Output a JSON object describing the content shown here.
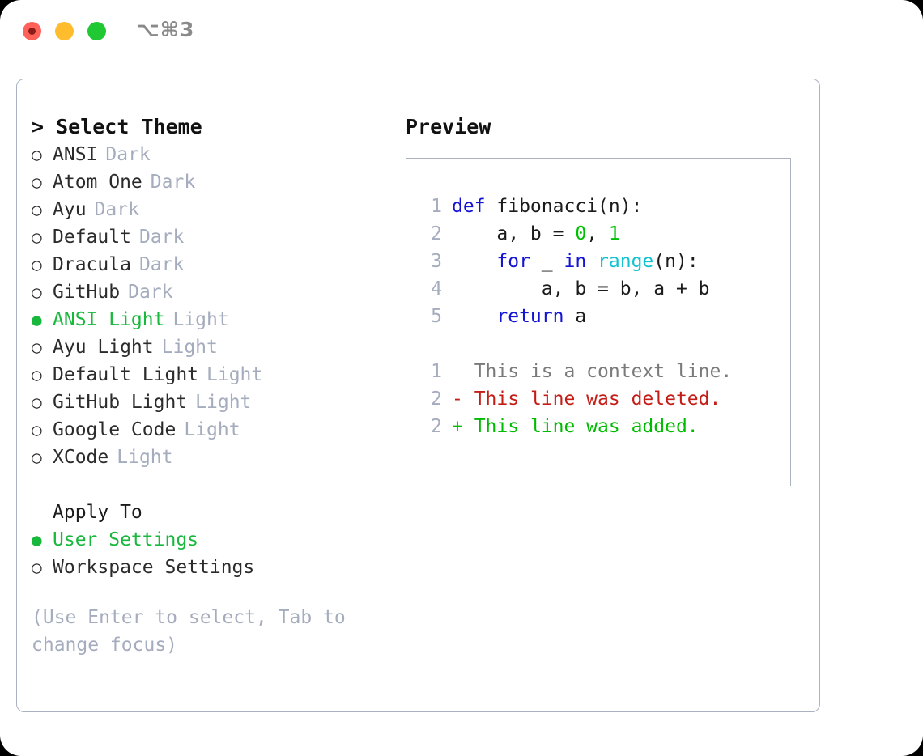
{
  "titlebar": {
    "shortcut": "⌥⌘3",
    "controls": [
      "close",
      "minimize",
      "maximize"
    ]
  },
  "theme_panel": {
    "heading": "> Select Theme",
    "bullet_selected": "●",
    "bullet_unselected": "○",
    "items": [
      {
        "name": "ANSI",
        "tag": "Dark",
        "selected": false
      },
      {
        "name": "Atom One",
        "tag": "Dark",
        "selected": false
      },
      {
        "name": "Ayu",
        "tag": "Dark",
        "selected": false
      },
      {
        "name": "Default",
        "tag": "Dark",
        "selected": false
      },
      {
        "name": "Dracula",
        "tag": "Dark",
        "selected": false
      },
      {
        "name": "GitHub",
        "tag": "Dark",
        "selected": false
      },
      {
        "name": "ANSI Light",
        "tag": "Light",
        "selected": true
      },
      {
        "name": "Ayu Light",
        "tag": "Light",
        "selected": false
      },
      {
        "name": "Default Light",
        "tag": "Light",
        "selected": false
      },
      {
        "name": "GitHub Light",
        "tag": "Light",
        "selected": false
      },
      {
        "name": "Google Code",
        "tag": "Light",
        "selected": false
      },
      {
        "name": "XCode",
        "tag": "Light",
        "selected": false
      }
    ]
  },
  "apply_to": {
    "title": "Apply To",
    "items": [
      {
        "name": "User Settings",
        "selected": true
      },
      {
        "name": "Workspace Settings",
        "selected": false
      }
    ]
  },
  "hint": "(Use Enter to select, Tab to change focus)",
  "preview": {
    "label": "Preview",
    "code_lines": [
      {
        "no": "1",
        "tokens": [
          {
            "t": "def",
            "c": "kw"
          },
          {
            "t": " fibonacci(n):",
            "c": "plain"
          }
        ]
      },
      {
        "no": "2",
        "tokens": [
          {
            "t": "    a, b = ",
            "c": "plain"
          },
          {
            "t": "0",
            "c": "num"
          },
          {
            "t": ", ",
            "c": "plain"
          },
          {
            "t": "1",
            "c": "num"
          }
        ]
      },
      {
        "no": "3",
        "tokens": [
          {
            "t": "    ",
            "c": "plain"
          },
          {
            "t": "for",
            "c": "kw"
          },
          {
            "t": " _ ",
            "c": "plain"
          },
          {
            "t": "in",
            "c": "kw"
          },
          {
            "t": " ",
            "c": "plain"
          },
          {
            "t": "range",
            "c": "fn"
          },
          {
            "t": "(n):",
            "c": "plain"
          }
        ]
      },
      {
        "no": "4",
        "tokens": [
          {
            "t": "        a, b = b, a + b",
            "c": "plain"
          }
        ]
      },
      {
        "no": "5",
        "tokens": [
          {
            "t": "    ",
            "c": "plain"
          },
          {
            "t": "return",
            "c": "kw"
          },
          {
            "t": " a",
            "c": "plain"
          }
        ]
      }
    ],
    "diff_lines": [
      {
        "no": "1",
        "marker": "  ",
        "text": "This is a context line.",
        "kind": "ctx"
      },
      {
        "no": "2",
        "marker": "- ",
        "text": "This line was deleted.",
        "kind": "del"
      },
      {
        "no": "2",
        "marker": "+ ",
        "text": "This line was added.",
        "kind": "add"
      }
    ]
  },
  "colors": {
    "accent_green": "#18b83c",
    "muted": "#a4acbd",
    "keyword_blue": "#1414d2",
    "function_cyan": "#11c2d1",
    "number_green": "#00c000",
    "diff_delete_red": "#c41c16",
    "diff_add_green": "#00bb00",
    "border": "#aab1c0",
    "text": "#1b1b1b",
    "window_bg": "#ffffff",
    "page_bg": "#000000"
  }
}
